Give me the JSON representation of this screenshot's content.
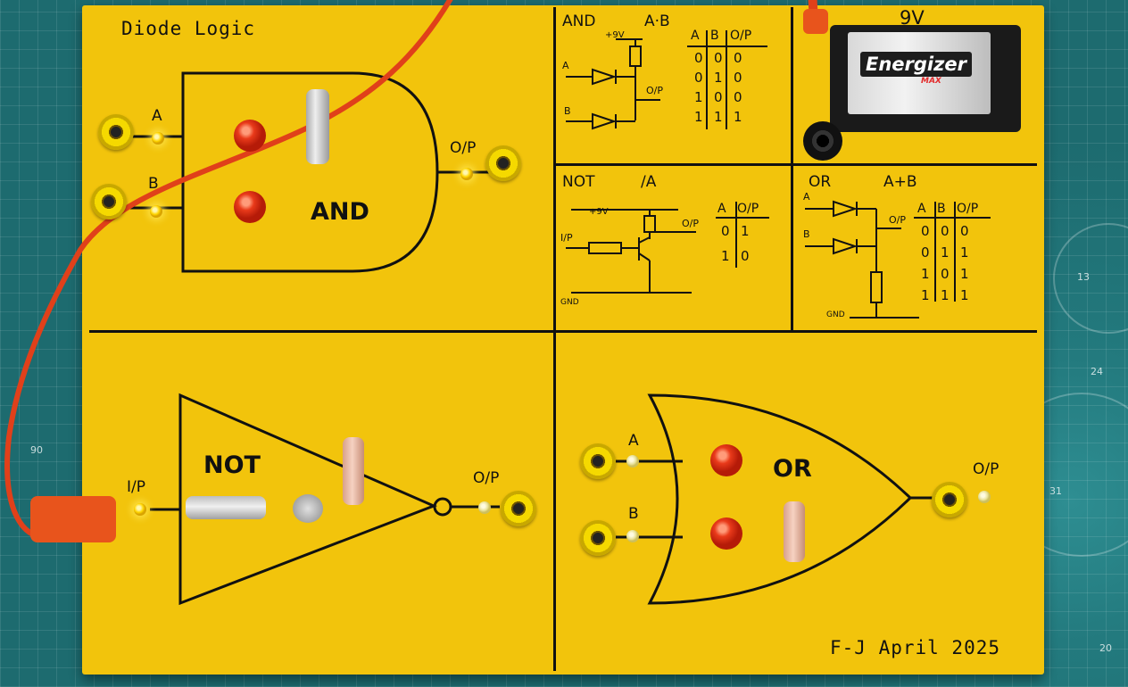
{
  "board": {
    "title": "Diode Logic",
    "credit": "F-J April 2025"
  },
  "battery": {
    "label": "9V",
    "brand": "Energizer",
    "sub": "MAX"
  },
  "and_gate": {
    "name": "AND",
    "input_a": "A",
    "input_b": "B",
    "output": "O/P",
    "input_leds": [
      "on",
      "on"
    ],
    "output_led": "on"
  },
  "not_gate": {
    "name": "NOT",
    "input": "I/P",
    "output": "O/P",
    "input_led": "on",
    "output_led": "off"
  },
  "or_gate": {
    "name": "OR",
    "input_a": "A",
    "input_b": "B",
    "output": "O/P",
    "output_led": "off"
  },
  "schematics": {
    "and": {
      "title": "AND",
      "expr": "A·B",
      "supply": "+9V",
      "in_a": "A",
      "in_b": "B",
      "out": "O/P",
      "table_headers": [
        "A",
        "B",
        "O/P"
      ],
      "table_rows": [
        [
          "0",
          "0",
          "0"
        ],
        [
          "0",
          "1",
          "0"
        ],
        [
          "1",
          "0",
          "0"
        ],
        [
          "1",
          "1",
          "1"
        ]
      ]
    },
    "not": {
      "title": "NOT",
      "expr": "/A",
      "supply": "+9V",
      "in": "I/P",
      "out": "O/P",
      "gnd": "GND",
      "table_headers": [
        "A",
        "O/P"
      ],
      "table_rows": [
        [
          "0",
          "1"
        ],
        [
          "1",
          "0"
        ]
      ]
    },
    "or": {
      "title": "OR",
      "expr": "A+B",
      "in_a": "A",
      "in_b": "B",
      "out": "O/P",
      "gnd": "GND",
      "table_headers": [
        "A",
        "B",
        "O/P"
      ],
      "table_rows": [
        [
          "0",
          "0",
          "0"
        ],
        [
          "0",
          "1",
          "1"
        ],
        [
          "1",
          "0",
          "1"
        ],
        [
          "1",
          "1",
          "1"
        ]
      ]
    }
  },
  "mat_numbers": [
    "90",
    "13",
    "24",
    "31",
    "20"
  ],
  "colors": {
    "board": "#f2c40c",
    "mat": "#1f6f73",
    "wire": "#e0401a",
    "ink": "#111111"
  }
}
